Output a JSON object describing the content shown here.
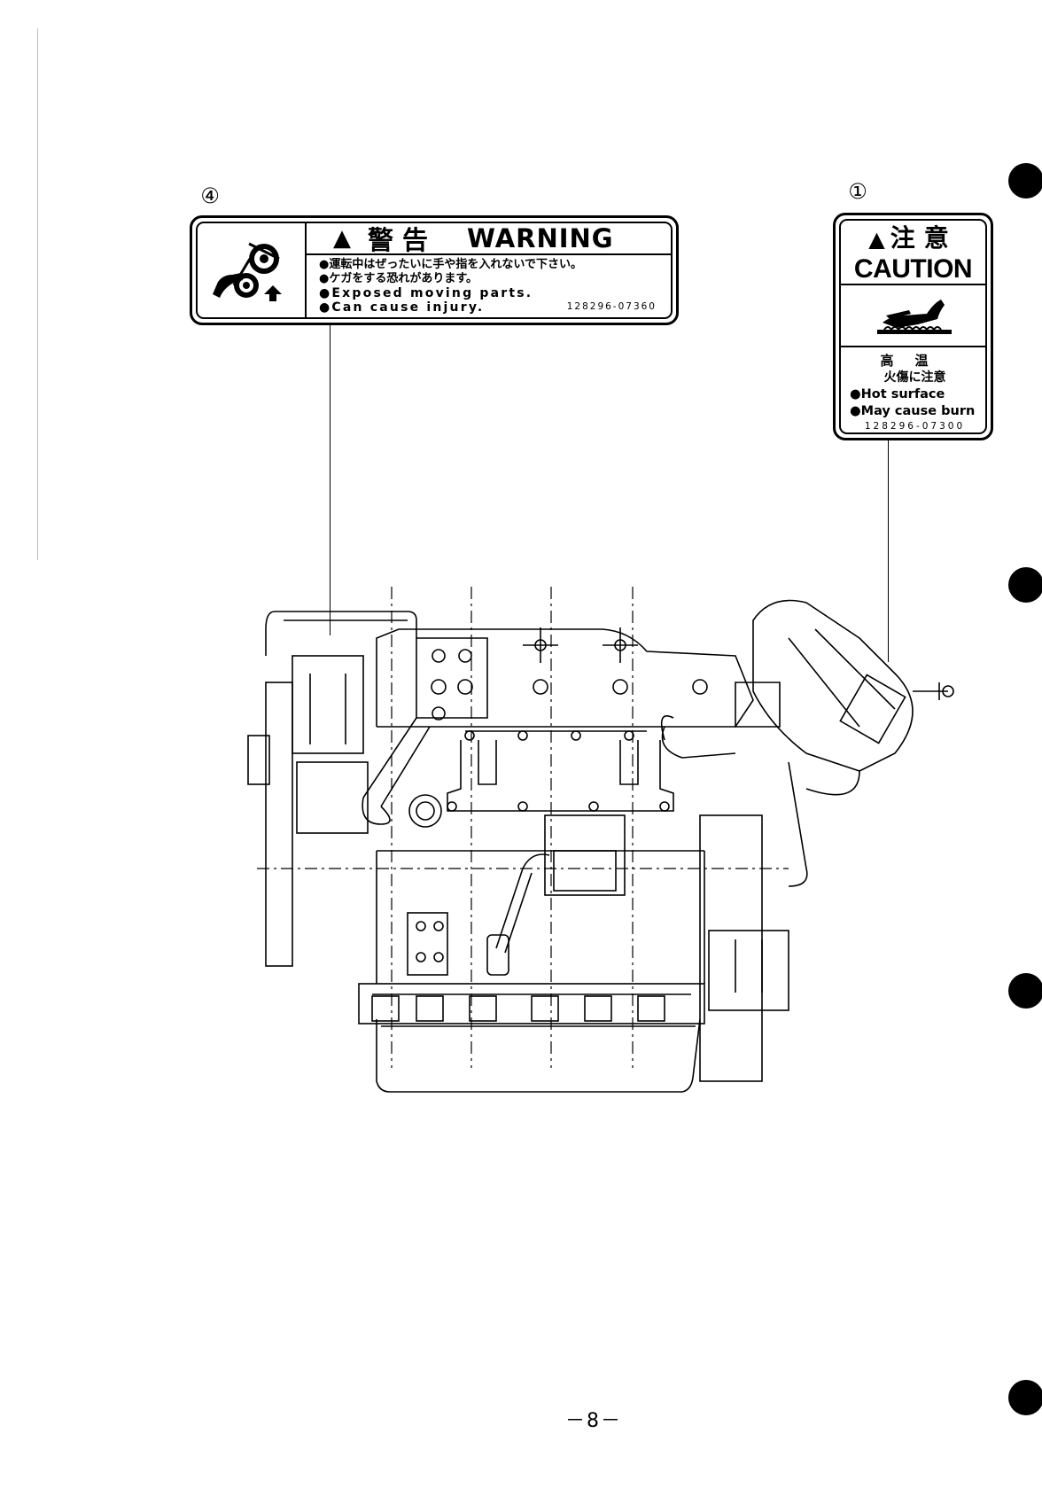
{
  "callouts": {
    "warning_number": "④",
    "caution_number": "①"
  },
  "warning_label": {
    "triangle": "▲",
    "title_ja": "警告",
    "title_en": "WARNING",
    "line_ja_1": "●運転中はぜったいに手や指を入れないで下さい。",
    "line_ja_2": "●ケガをする恐れがあります。",
    "line_en_1": "●Exposed  moving  parts.",
    "line_en_2": "●Can  cause  injury.",
    "part_number": "128296-07360",
    "icon": "rotating-parts-hand-icon"
  },
  "caution_label": {
    "triangle": "▲",
    "title_ja": "注意",
    "title_en": "CAUTION",
    "line_ja_1": "高温",
    "line_ja_2": "火傷に注意",
    "line_en_1": "●Hot surface",
    "line_en_2": "●May cause burn",
    "part_number": "128296-07300",
    "icon": "hot-surface-hand-icon"
  },
  "page_number": "－8－"
}
